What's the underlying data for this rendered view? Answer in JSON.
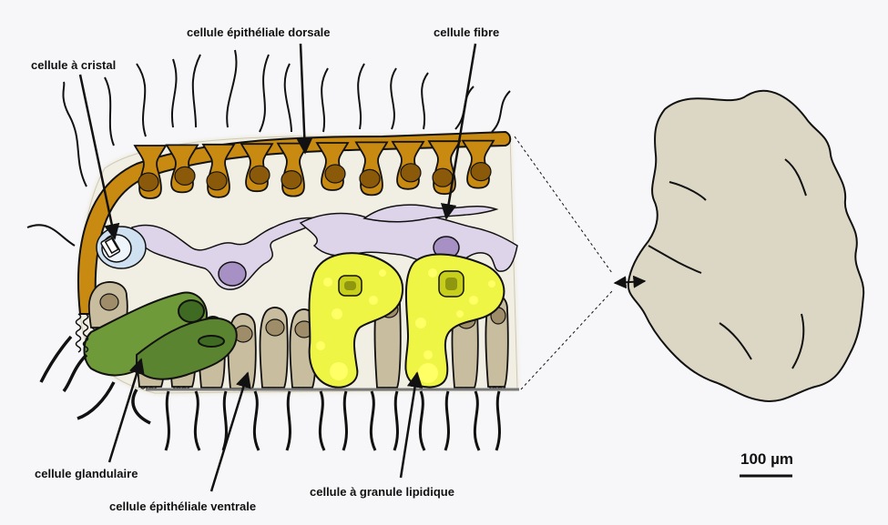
{
  "labels": {
    "dorsal": "cellule épithéliale dorsale",
    "fibre": "cellule fibre",
    "cristal": "cellule à cristal",
    "glandulaire": "cellule glandulaire",
    "ventrale": "cellule épithéliale ventrale",
    "lipidique": "cellule à granule lipidique"
  },
  "scale_bar": {
    "label": "100 µm"
  },
  "colors": {
    "background": "#f7f7f9",
    "tissue": "#f1efe3",
    "dorsal_cells": "#c98a12",
    "dorsal_nucleus": "#8a5a0a",
    "fibre_cells": "#ddd4ea",
    "fibre_nucleus": "#a791c4",
    "crystal_cell": "#cfe0f0",
    "gland_cells": "#6f9a3a",
    "ventral_cells": "#c9bd9f",
    "ventral_nucleus": "#9f8d69",
    "lipid_cells": "#eef545",
    "lipid_granules": "#ffff66",
    "animal_outline": "#dcd6c4"
  }
}
